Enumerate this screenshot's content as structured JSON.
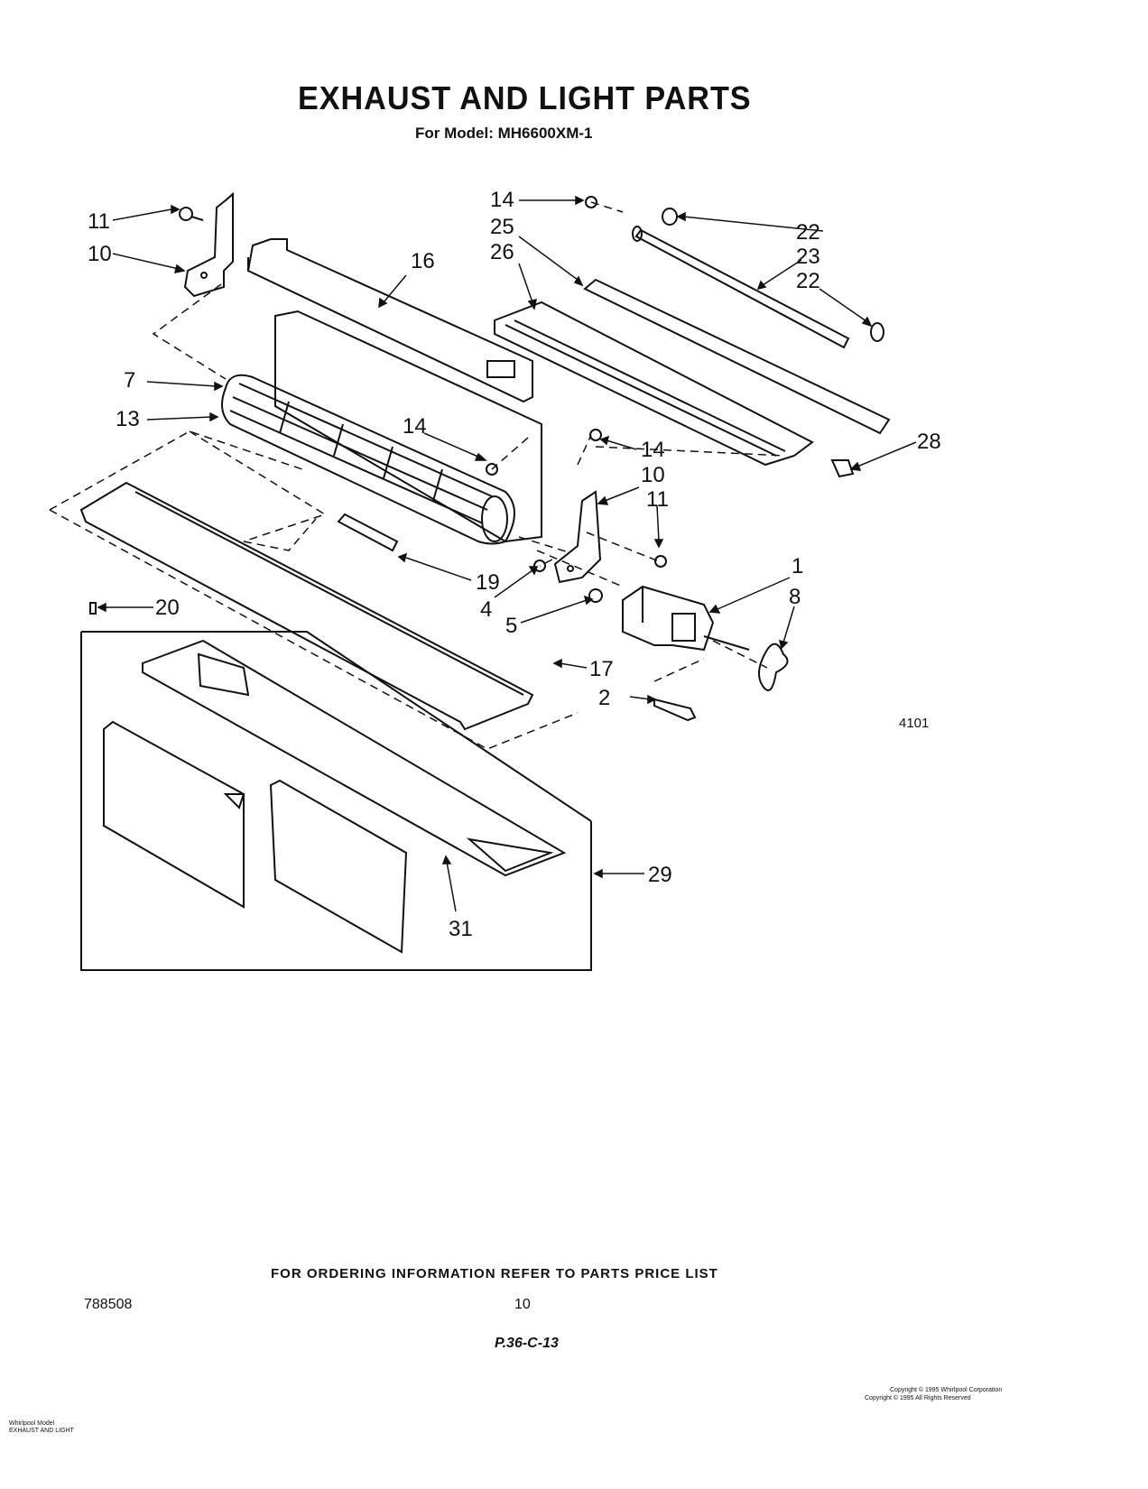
{
  "title": "EXHAUST AND LIGHT PARTS",
  "subtitle": "For Model: MH6600XM-1",
  "art_number": "4101",
  "callouts": {
    "c1": "1",
    "c2": "2",
    "c4": "4",
    "c5": "5",
    "c7": "7",
    "c8": "8",
    "c10a": "10",
    "c10b": "10",
    "c11a": "11",
    "c11b": "11",
    "c13": "13",
    "c14a": "14",
    "c14b": "14",
    "c14c": "14",
    "c16": "16",
    "c17": "17",
    "c19": "19",
    "c20": "20",
    "c22a": "22",
    "c22b": "22",
    "c23": "23",
    "c25": "25",
    "c26": "26",
    "c28": "28",
    "c29": "29",
    "c31": "31"
  },
  "footer": {
    "note": "FOR ORDERING INFORMATION REFER TO PARTS PRICE LIST",
    "doc_number": "788508",
    "page_number": "10",
    "handwritten_code": "P.36-C-13",
    "copyright_line1": "Copyright © 1995 Whirlpool Corporation",
    "copyright_line2": "Copyright © 1995 All Rights Reserved",
    "model_line1": "Whirlpool Model",
    "model_line2": "EXHAUST AND LIGHT"
  }
}
